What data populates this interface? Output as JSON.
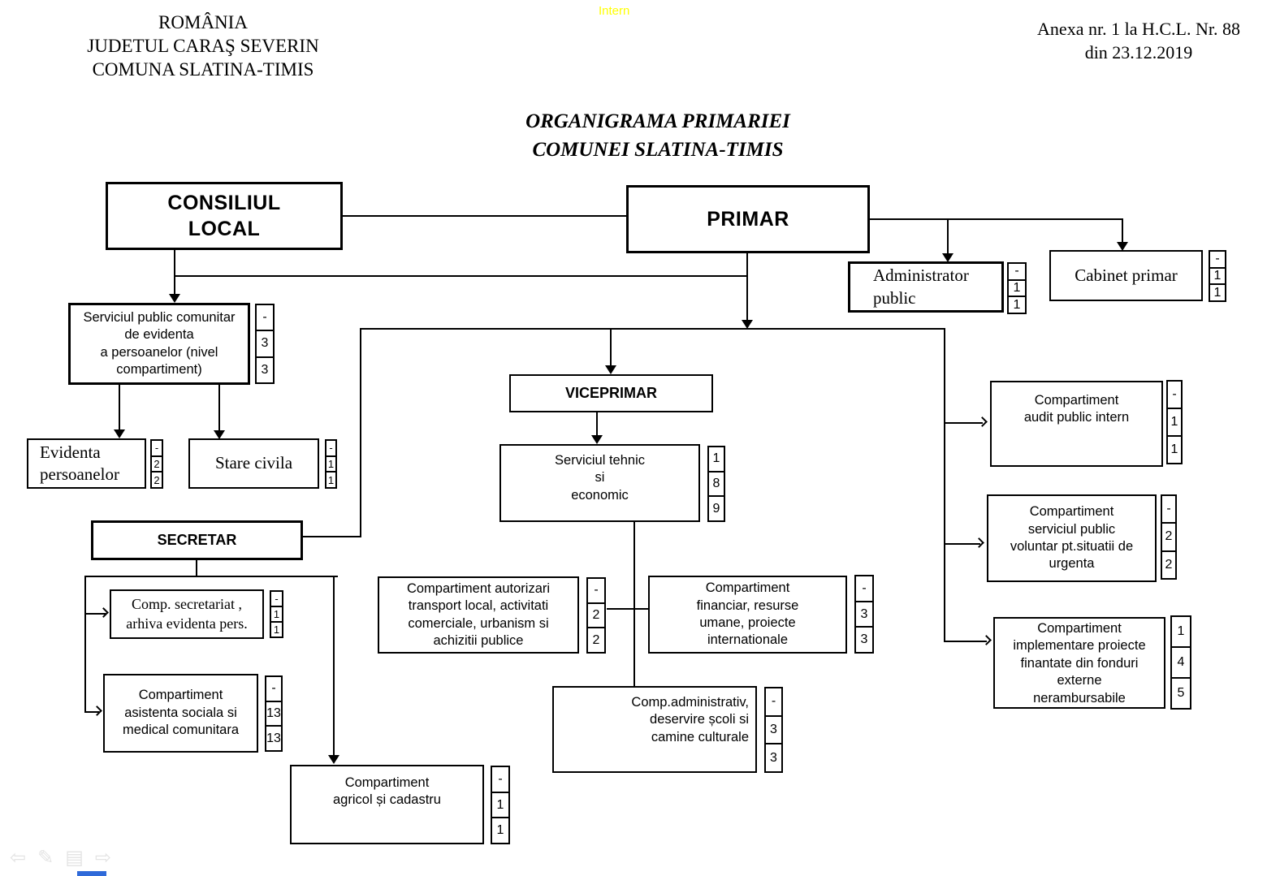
{
  "meta": {
    "classification": "Intern",
    "header_left_lines": [
      "ROMÂNIA",
      "JUDETUL CARAŞ SEVERIN",
      "COMUNA SLATINA-TIMIS"
    ],
    "header_right_lines": [
      "Anexa nr. 1 la H.C.L. Nr. 88",
      "din 23.12.2019"
    ],
    "title_lines": [
      "ORGANIGRAMA PRIMARIEI",
      "COMUNEI SLATINA-TIMIS"
    ]
  },
  "colors": {
    "classification_yellow": "#ffff00",
    "line_black": "#000000",
    "nav_icon_gray": "#e4e4e4",
    "taskbar_blue": "#2f6ad9"
  },
  "nodes": {
    "consiliul_local": {
      "label": [
        "CONSILIUL",
        "LOCAL"
      ]
    },
    "primar": {
      "label": "PRIMAR"
    },
    "administrator_public": {
      "label": [
        "Administrator",
        "public"
      ],
      "counts": [
        "-",
        "1",
        "1"
      ]
    },
    "cabinet_primar": {
      "label": "Cabinet primar",
      "counts": [
        "-",
        "1",
        "1"
      ]
    },
    "serviciul_public_comunitar": {
      "label": [
        "Serviciul public comunitar",
        "de evidenta",
        "a persoanelor (nivel",
        "compartiment)"
      ],
      "counts": [
        "-",
        "3",
        "3"
      ]
    },
    "evidenta_persoanelor": {
      "label": [
        "Evidenta",
        "persoanelor"
      ],
      "counts": [
        "-",
        "2",
        "2"
      ]
    },
    "stare_civila": {
      "label": "Stare civila",
      "counts": [
        "-",
        "1",
        "1"
      ]
    },
    "viceprimar": {
      "label": "VICEPRIMAR"
    },
    "serviciul_tehnic": {
      "label": [
        "Serviciul tehnic",
        "si",
        "economic"
      ],
      "counts": [
        "1",
        "8",
        "9"
      ]
    },
    "secretar": {
      "label": "SECRETAR"
    },
    "comp_secretariat": {
      "label": [
        "Comp. secretariat ,",
        "arhiva evidenta pers."
      ],
      "counts": [
        "-",
        "1",
        "1"
      ]
    },
    "comp_asistenta": {
      "label": [
        "Compartiment",
        "asistenta sociala si",
        "medical comunitara"
      ],
      "counts": [
        "-",
        "13",
        "13"
      ]
    },
    "comp_autorizari": {
      "label": [
        "Compartiment autorizari",
        "transport local, activitati",
        "comerciale, urbanism si",
        "achizitii publice"
      ],
      "counts": [
        "-",
        "2",
        "2"
      ]
    },
    "comp_financiar": {
      "label": [
        "Compartiment",
        "financiar, resurse",
        "umane, proiecte",
        "internationale"
      ],
      "counts": [
        "-",
        "3",
        "3"
      ]
    },
    "comp_administrativ": {
      "label": [
        "Comp.administrativ,",
        "deservire școli si",
        "camine culturale"
      ],
      "counts": [
        "-",
        "3",
        "3"
      ]
    },
    "comp_agricol": {
      "label": [
        "Compartiment",
        "agricol și cadastru"
      ],
      "counts": [
        "-",
        "1",
        "1"
      ]
    },
    "comp_audit": {
      "label": [
        "Compartiment",
        "audit public intern"
      ],
      "counts": [
        "-",
        "1",
        "1"
      ]
    },
    "comp_voluntar": {
      "label": [
        "Compartiment",
        "serviciul public",
        "voluntar pt.situatii de",
        "urgenta"
      ],
      "counts": [
        "-",
        "2",
        "2"
      ]
    },
    "comp_implementare": {
      "label": [
        "Compartiment",
        "implementare proiecte",
        "finantate din fonduri",
        "externe",
        "nerambursabile"
      ],
      "counts": [
        "1",
        "4",
        "5"
      ]
    }
  },
  "nav_icons": [
    {
      "name": "back-arrow-icon",
      "glyph": "⇦"
    },
    {
      "name": "pencil-icon",
      "glyph": "✎"
    },
    {
      "name": "document-icon",
      "glyph": "▤"
    },
    {
      "name": "forward-arrow-icon",
      "glyph": "⇨"
    }
  ]
}
